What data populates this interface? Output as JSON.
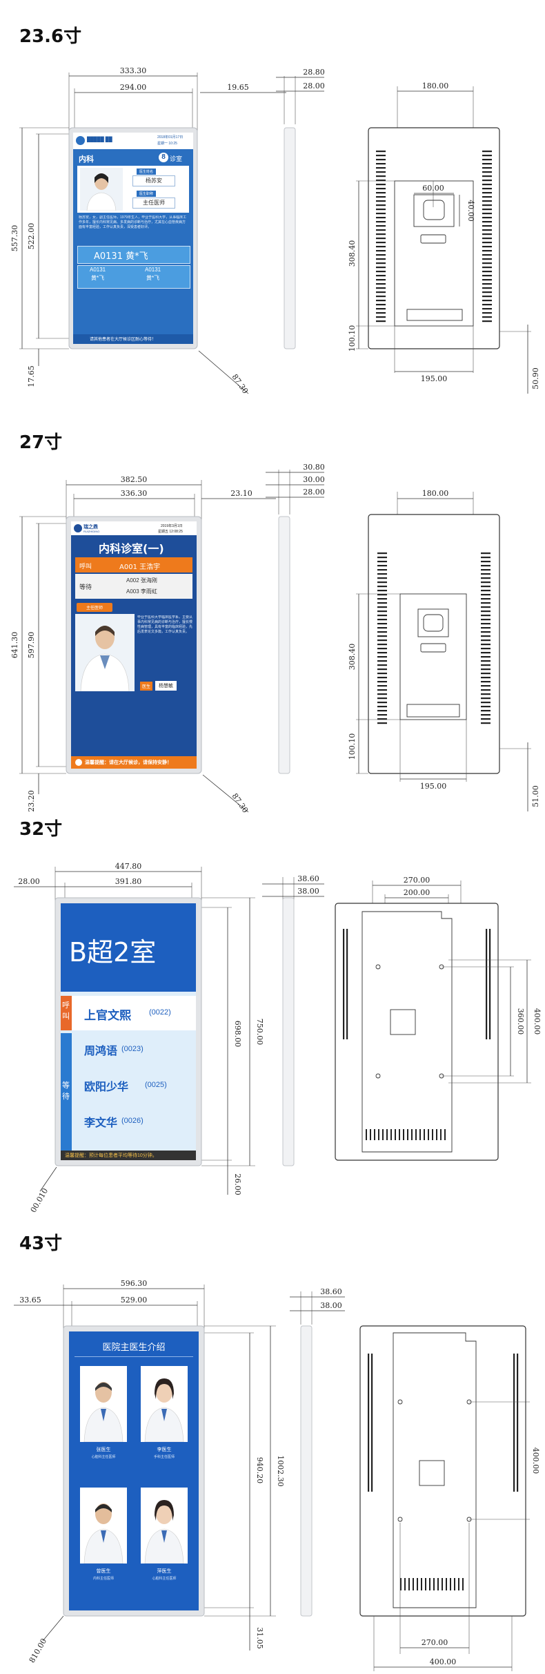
{
  "sections": [
    {
      "size_label": "23.6寸",
      "front": {
        "width": "333.30",
        "active_width": "294.00",
        "height": "557.30",
        "active_height": "522.00",
        "bottom_margin": "17.65",
        "diagonal": "87.30"
      },
      "side": {
        "side_margin": "19.65",
        "depth": "28.80",
        "depth_inner": "28.00"
      },
      "back": {
        "width": "180.00",
        "bracket_w": "60.00",
        "bracket_h": "40.00",
        "height": "308.40",
        "lower": "100.10",
        "bottom_w": "195.00",
        "bottom_h": "50.90"
      },
      "screen": {
        "hospital_name": "█████ ██",
        "date": "2018年01月17日",
        "time": "星期一 10:25",
        "department": "内科",
        "room_number": "8",
        "room_suffix": "诊室",
        "label_doctor_name": "医生姓名",
        "doctor_name": "杨苏安",
        "label_doctor_title": "医生职称",
        "doctor_title": "主任医师",
        "intro_text": "杨苏安，女，副主任医师，1979年生人，毕业于医科大学，从事临床工作多年，擅长内科常见病、多发病的诊断与治疗，尤其在心血管疾病方面有丰富经验，工作认真负责，深受患者好评。",
        "calling": "A0131 黄*飞",
        "waiting": [
          {
            "no": "A0131",
            "name": "黄*飞"
          },
          {
            "no": "A0131",
            "name": "黄*飞"
          }
        ],
        "footer": "请其他患者在大厅候诊区耐心等待！"
      }
    },
    {
      "size_label": "27寸",
      "front": {
        "width": "382.50",
        "active_width": "336.30",
        "height": "641.30",
        "active_height": "597.90",
        "bottom_margin": "23.20",
        "diagonal": "87.30"
      },
      "side": {
        "side_margin": "23.10",
        "depth": "30.80",
        "depth_mid": "30.00",
        "depth_inner": "28.00"
      },
      "back": {
        "width": "180.00",
        "height": "308.40",
        "lower": "100.10",
        "bottom_w": "195.00",
        "bottom_h": "51.00"
      },
      "screen": {
        "brand": "瑞之鼎",
        "brand_sub": "RUIZHIDING",
        "date": "2019年3月1日",
        "time": "星期五  12:08:25",
        "department": "内科诊室(一)",
        "label_calling": "呼叫",
        "calling": "A001 王浩宇",
        "label_waiting": "等待",
        "waiting": [
          "A002 张海刚",
          "A003 李雨虹"
        ],
        "doctor_title": "主任医师",
        "intro_text": "毕业于医科大学临床医学系，主要从事内科常见病的诊断与治疗，擅长慢性病管理，具有丰富的临床经验，先后发表论文多篇，工作认真负责。",
        "label_doctor": "医生",
        "doctor_name": "杨慧敏",
        "footer": "温馨提醒：请在大厅候诊，请保持安静！"
      }
    },
    {
      "size_label": "32寸",
      "front": {
        "width": "447.80",
        "active_width": "391.80",
        "left_margin": "28.00",
        "height": "750.00",
        "active_height": "698.00",
        "bottom_margin": "26.00",
        "diagonal": "00.010"
      },
      "side": {
        "depth": "38.60",
        "depth_inner": "38.00"
      },
      "back": {
        "width": "270.00",
        "inner_w": "200.00",
        "height": "400.00",
        "inner_h": "360.00"
      },
      "screen": {
        "room": "B超2室",
        "label_calling": "呼叫",
        "calling_name": "上官文熙",
        "calling_no": "(0022)",
        "label_waiting": "等待",
        "waiting": [
          {
            "name": "周鸿语",
            "no": "(0023)"
          },
          {
            "name": "欧阳少华",
            "no": "(0025)"
          },
          {
            "name": "李文华",
            "no": "(0026)"
          }
        ],
        "footer": "温馨提醒：预计每位患者平均等待10分钟。"
      }
    },
    {
      "size_label": "43寸",
      "front": {
        "width": "596.30",
        "active_width": "529.00",
        "left_margin": "33.65",
        "height": "1002.30",
        "active_height": "940.20",
        "bottom_margin": "31.05",
        "diagonal": "810.00"
      },
      "side": {
        "depth": "38.60",
        "depth_inner": "38.00"
      },
      "back": {
        "height": "400.00",
        "inner_w": "270.00",
        "width": "400.00"
      },
      "screen": {
        "title": "医院主医生介绍",
        "doctors": [
          {
            "name": "张医生",
            "desc": "心脏科主任医师"
          },
          {
            "name": "李医生",
            "desc": "手科主任医师"
          },
          {
            "name": "曾医生",
            "desc": "内科主任医师"
          },
          {
            "name": "萍医生",
            "desc": "心脏科主任医师"
          }
        ]
      }
    }
  ]
}
